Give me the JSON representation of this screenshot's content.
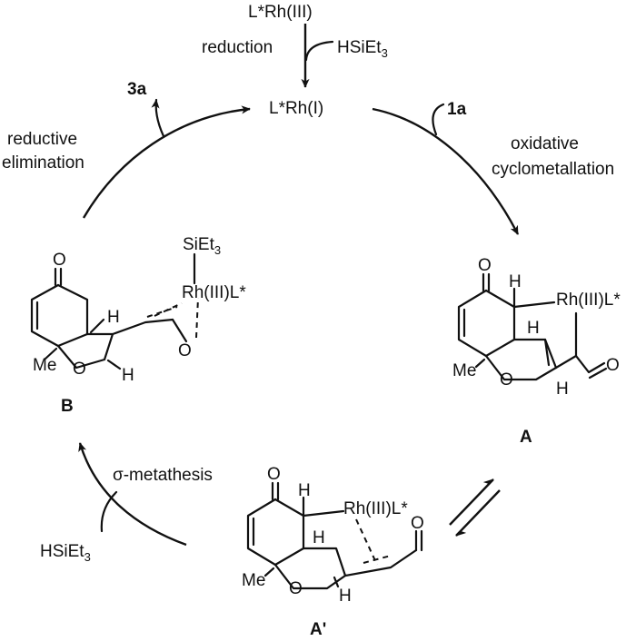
{
  "catalyst": {
    "precatalyst": "L*Rh(III)",
    "active": "L*Rh(I)",
    "reduction": "reduction",
    "silane_top": "HSiEt",
    "silane_sub": "3"
  },
  "steps": {
    "oxidative_1": "oxidative",
    "oxidative_2": "cyclometallation",
    "reactant": "1a",
    "reductive_1": "reductive",
    "reductive_2": "elimination",
    "product": "3a",
    "sigma": "σ-metathesis",
    "silane_left": "HSiEt",
    "silane_left_sub": "3"
  },
  "intermediates": {
    "A": {
      "label": "A",
      "oxo": "O",
      "H_top": "H",
      "H_mid": "H",
      "H_low": "H",
      "rh": "Rh(III)L*",
      "me": "Me",
      "ring_o": "O",
      "ald_o": "O"
    },
    "A_prime": {
      "label": "A'",
      "oxo": "O",
      "H_top": "H",
      "H_mid": "H",
      "H_low": "H",
      "rh": "Rh(III)L*",
      "me": "Me",
      "ring_o": "O",
      "ald_o": "O"
    },
    "B": {
      "label": "B",
      "oxo": "O",
      "si": "SiEt",
      "si_sub": "3",
      "rh": "Rh(III)L*",
      "H_up": "H",
      "H_low": "H",
      "me": "Me",
      "ring_o": "O",
      "enol_o": "O"
    }
  }
}
